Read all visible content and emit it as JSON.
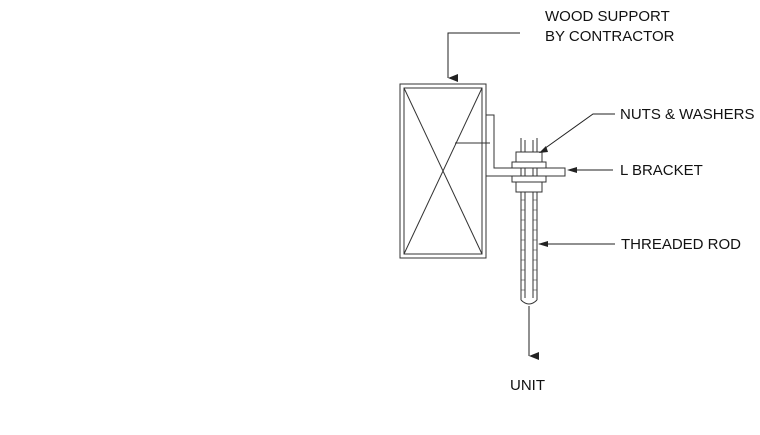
{
  "labels": {
    "wood_support_line1": "WOOD SUPPORT",
    "wood_support_line2": "BY CONTRACTOR",
    "nuts_washers": "NUTS & WASHERS",
    "l_bracket": "L BRACKET",
    "threaded_rod": "THREADED ROD",
    "unit": "UNIT"
  },
  "colors": {
    "line": "#333333",
    "text": "#111111",
    "background": "#ffffff"
  }
}
